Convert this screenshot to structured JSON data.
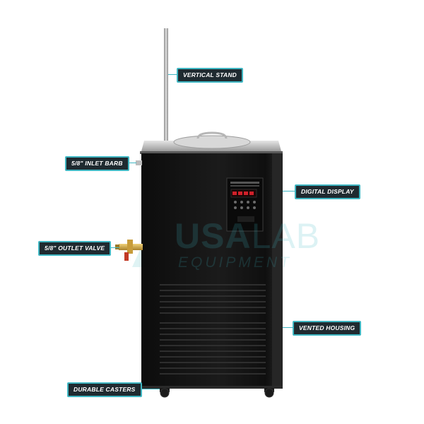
{
  "callouts": {
    "vertical_stand": "VERTICAL STAND",
    "inlet_barb": "5/8\" INLET BARB",
    "digital_display": "DIGITAL DISPLAY",
    "outlet_valve": "5/8\" OUTLET VALVE",
    "vented_housing": "VENTED HOUSING",
    "durable_casters": "DURABLE CASTERS"
  },
  "watermark": {
    "line1_a": "USA",
    "line1_b": "LAB",
    "line2": "EQUIPMENT"
  },
  "colors": {
    "callout_bg": "#1f2a30",
    "callout_border": "#3fb6c2",
    "unit_body": "#111111",
    "led_red": "#d0202a"
  }
}
